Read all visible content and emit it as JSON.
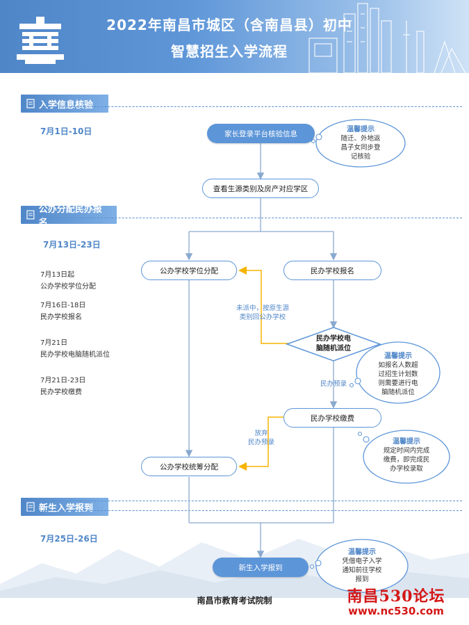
{
  "header": {
    "title_line1": "2022年南昌市城区（含南昌县）初中",
    "title_line2": "智慧招生入学流程"
  },
  "sections": [
    {
      "label": "入学信息核验"
    },
    {
      "label": "公办分配民办报名"
    },
    {
      "label": "新生入学报到"
    }
  ],
  "dates": {
    "s1": "7月1日-10日",
    "s2": "7月13日-23日",
    "s3": "7月25日-26日"
  },
  "side_dates": [
    {
      "line1": "7月13日起",
      "line2": "公办学校学位分配"
    },
    {
      "line1": "7月16日-18日",
      "line2": "民办学校报名"
    },
    {
      "line1": "7月21日",
      "line2": "民办学校电脑随机派位"
    },
    {
      "line1": "7月21日-23日",
      "line2": "民办学校缴费"
    }
  ],
  "nodes": {
    "verify": "家长登录平台核验信息",
    "check": "查看生源类别及房产对应学区",
    "public_alloc": "公办学校学位分配",
    "private_reg": "民办学校报名",
    "lottery_line1": "民办学校电",
    "lottery_line2": "脑随机派位",
    "private_pay": "民办学校缴费",
    "public_overall": "公办学校统筹分配",
    "enroll": "新生入学报到"
  },
  "edge_labels": {
    "not_drawn_line1": "未派中，按原生源",
    "not_drawn_line2": "类别回公办学校",
    "private_pre": "民办预录",
    "give_up_line1": "放弃",
    "give_up_line2": "民办预录"
  },
  "tips": [
    {
      "title": "温馨提示",
      "lines": [
        "随迁、外地返",
        "昌子女同步登",
        "记核验"
      ]
    },
    {
      "title": "温馨提示",
      "lines": [
        "如报名人数超",
        "过招生计划数",
        "则需要进行电",
        "脑随机派位"
      ]
    },
    {
      "title": "温馨提示",
      "lines": [
        "规定时间内完成",
        "缴费，即完成民",
        "办学校录取"
      ]
    },
    {
      "title": "温馨提示",
      "lines": [
        "凭借电子入学",
        "通知前往学校",
        "报到"
      ]
    }
  ],
  "footer": "南昌市教育考试院制",
  "watermark": {
    "top": "南昌530论坛",
    "bottom": "www.nc530.com"
  },
  "colors": {
    "primary": "#5c95d8",
    "accent_line": "#f5b400",
    "text_blue": "#4f86c8",
    "watermark": "#d41616"
  }
}
